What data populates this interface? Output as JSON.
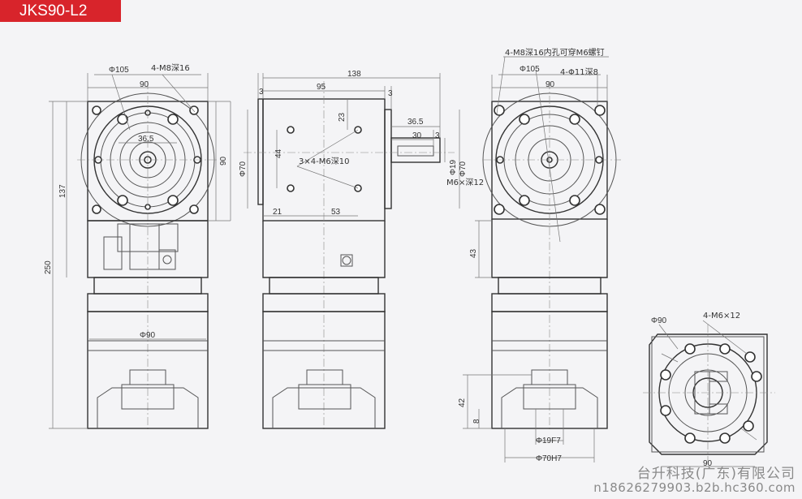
{
  "title": "JKS90-L2",
  "company": "台升科技(广东)有限公司",
  "url": "n18626279903.b2b.hc360.com",
  "accent_color": "#d8242b",
  "front_view": {
    "dim_phi105": "Φ105",
    "dim_hole_note": "4-M8深16",
    "dim_90_top": "90",
    "dim_36_5": "36.5",
    "dim_90_right": "90",
    "dim_137": "137",
    "dim_250": "250",
    "dim_phi90": "Φ90"
  },
  "side_view": {
    "dim_138": "138",
    "dim_95": "95",
    "dim_3_left": "3",
    "dim_3_right": "3",
    "dim_23": "23",
    "dim_44": "44",
    "dim_holes": "3×4-M6深10",
    "dim_21": "21",
    "dim_53": "53",
    "dim_phi70_left": "Φ70",
    "dim_36_5": "36.5",
    "dim_30": "30",
    "dim_3_key": "3",
    "dim_phi19": "Φ19",
    "dim_phi70_right": "Φ70",
    "dim_m6": "M6×深12"
  },
  "output_view": {
    "dim_note": "4-M8深16内孔可穿M6螺钉",
    "dim_phi105": "Φ105",
    "dim_90": "90",
    "dim_phi11": "4-Φ11深8",
    "dim_43": "43",
    "dim_42": "42",
    "dim_8": "8",
    "dim_phi19f7": "Φ19F7",
    "dim_phi70h7": "Φ70H7"
  },
  "flange_view": {
    "dim_phi90": "Φ90",
    "dim_holes": "4-M6×12",
    "dim_90": "90"
  }
}
